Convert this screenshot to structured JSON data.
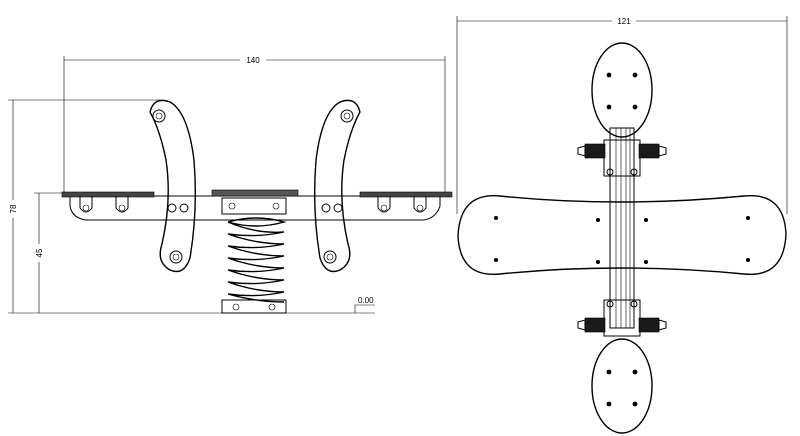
{
  "dimensions": {
    "side_overall_width": "140",
    "side_overall_height": "78",
    "side_seat_height": "45",
    "ground_level": "0.00",
    "top_overall_width": "121"
  },
  "views": {
    "side_view": "elevation",
    "top_view": "plan"
  },
  "colors": {
    "line": "#000000",
    "background": "#ffffff",
    "dark_fill": "#1a1a1a"
  }
}
